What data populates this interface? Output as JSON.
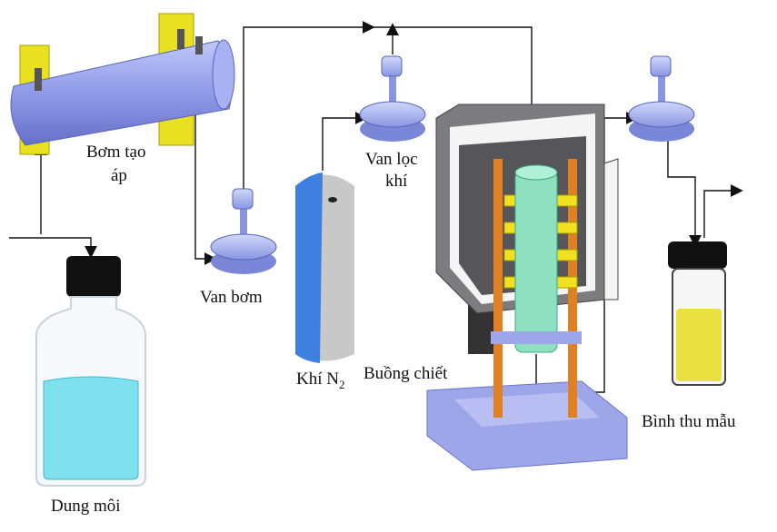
{
  "labels": {
    "pump_line1": "Bơm tạo",
    "pump_line2": "áp",
    "pump_valve": "Van bơm",
    "gas_cylinder": "Khí N",
    "gas_cylinder_sub": "2",
    "filter_valve_line1": "Van lọc",
    "filter_valve_line2": "khí",
    "chamber": "Buồng chiết",
    "collector": "Bình thu mẫu",
    "solvent": "Dung môi"
  },
  "colors": {
    "pump_body": "#8f9ae8",
    "bracket": "#e8e020",
    "solvent_liquid": "#7fe0ee",
    "n2_blue": "#3f7fe0",
    "n2_gray": "#c8c8c8",
    "column": "#8ee0c0",
    "rod": "#e08020",
    "sample_liquid": "#e8e040",
    "valve": "#a8b4ee"
  }
}
